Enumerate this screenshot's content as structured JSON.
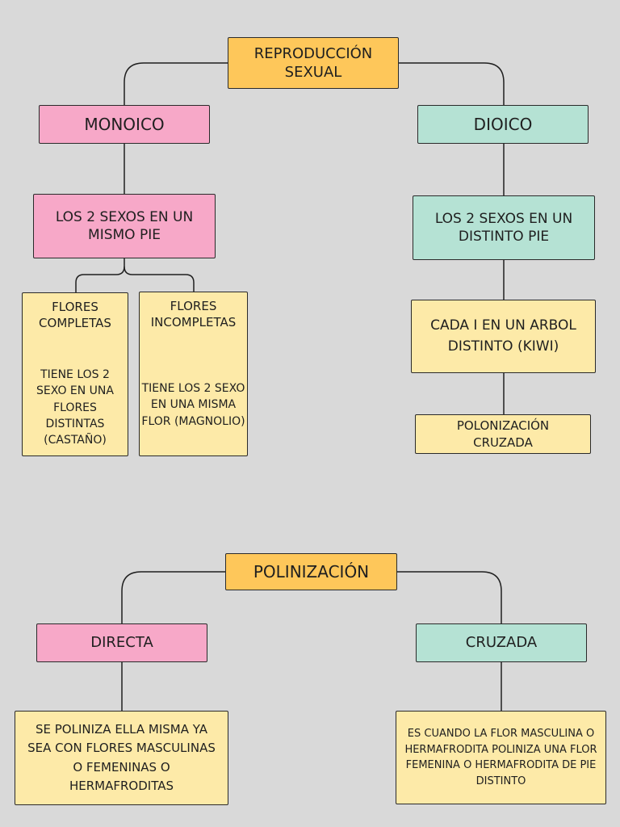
{
  "reproduccion": {
    "root": "REPRODUCCIÓN SEXUAL",
    "monoico": {
      "title": "MONOICO",
      "desc": "LOS 2 SEXOS EN UN MISMO PIE",
      "completas": {
        "title": "FLORES COMPLETAS",
        "desc": "TIENE LOS 2 SEXO EN UNA FLORES DISTINTAS (CASTAÑO)"
      },
      "incompletas": {
        "title": "FLORES INCOMPLETAS",
        "desc": "TIENE LOS 2 SEXO EN UNA MISMA FLOR (MAGNOLIO)"
      }
    },
    "dioico": {
      "title": "DIOICO",
      "desc": "LOS 2 SEXOS EN UN DISTINTO PIE",
      "detail": "CADA I EN UN ARBOL DISTINTO (KIWI)",
      "result": "POLONIZACIÓN CRUZADA"
    }
  },
  "polinizacion": {
    "root": "POLINIZACIÓN",
    "directa": {
      "title": "DIRECTA",
      "desc": "SE POLINIZA ELLA MISMA YA SEA CON FLORES MASCULINAS O FEMENINAS O HERMAFRODITAS"
    },
    "cruzada": {
      "title": "CRUZADA",
      "desc": "ES CUANDO LA FLOR MASCULINA O HERMAFRODITA POLINIZA UNA FLOR FEMENINA O HERMAFRODITA DE PIE DISTINTO"
    }
  }
}
